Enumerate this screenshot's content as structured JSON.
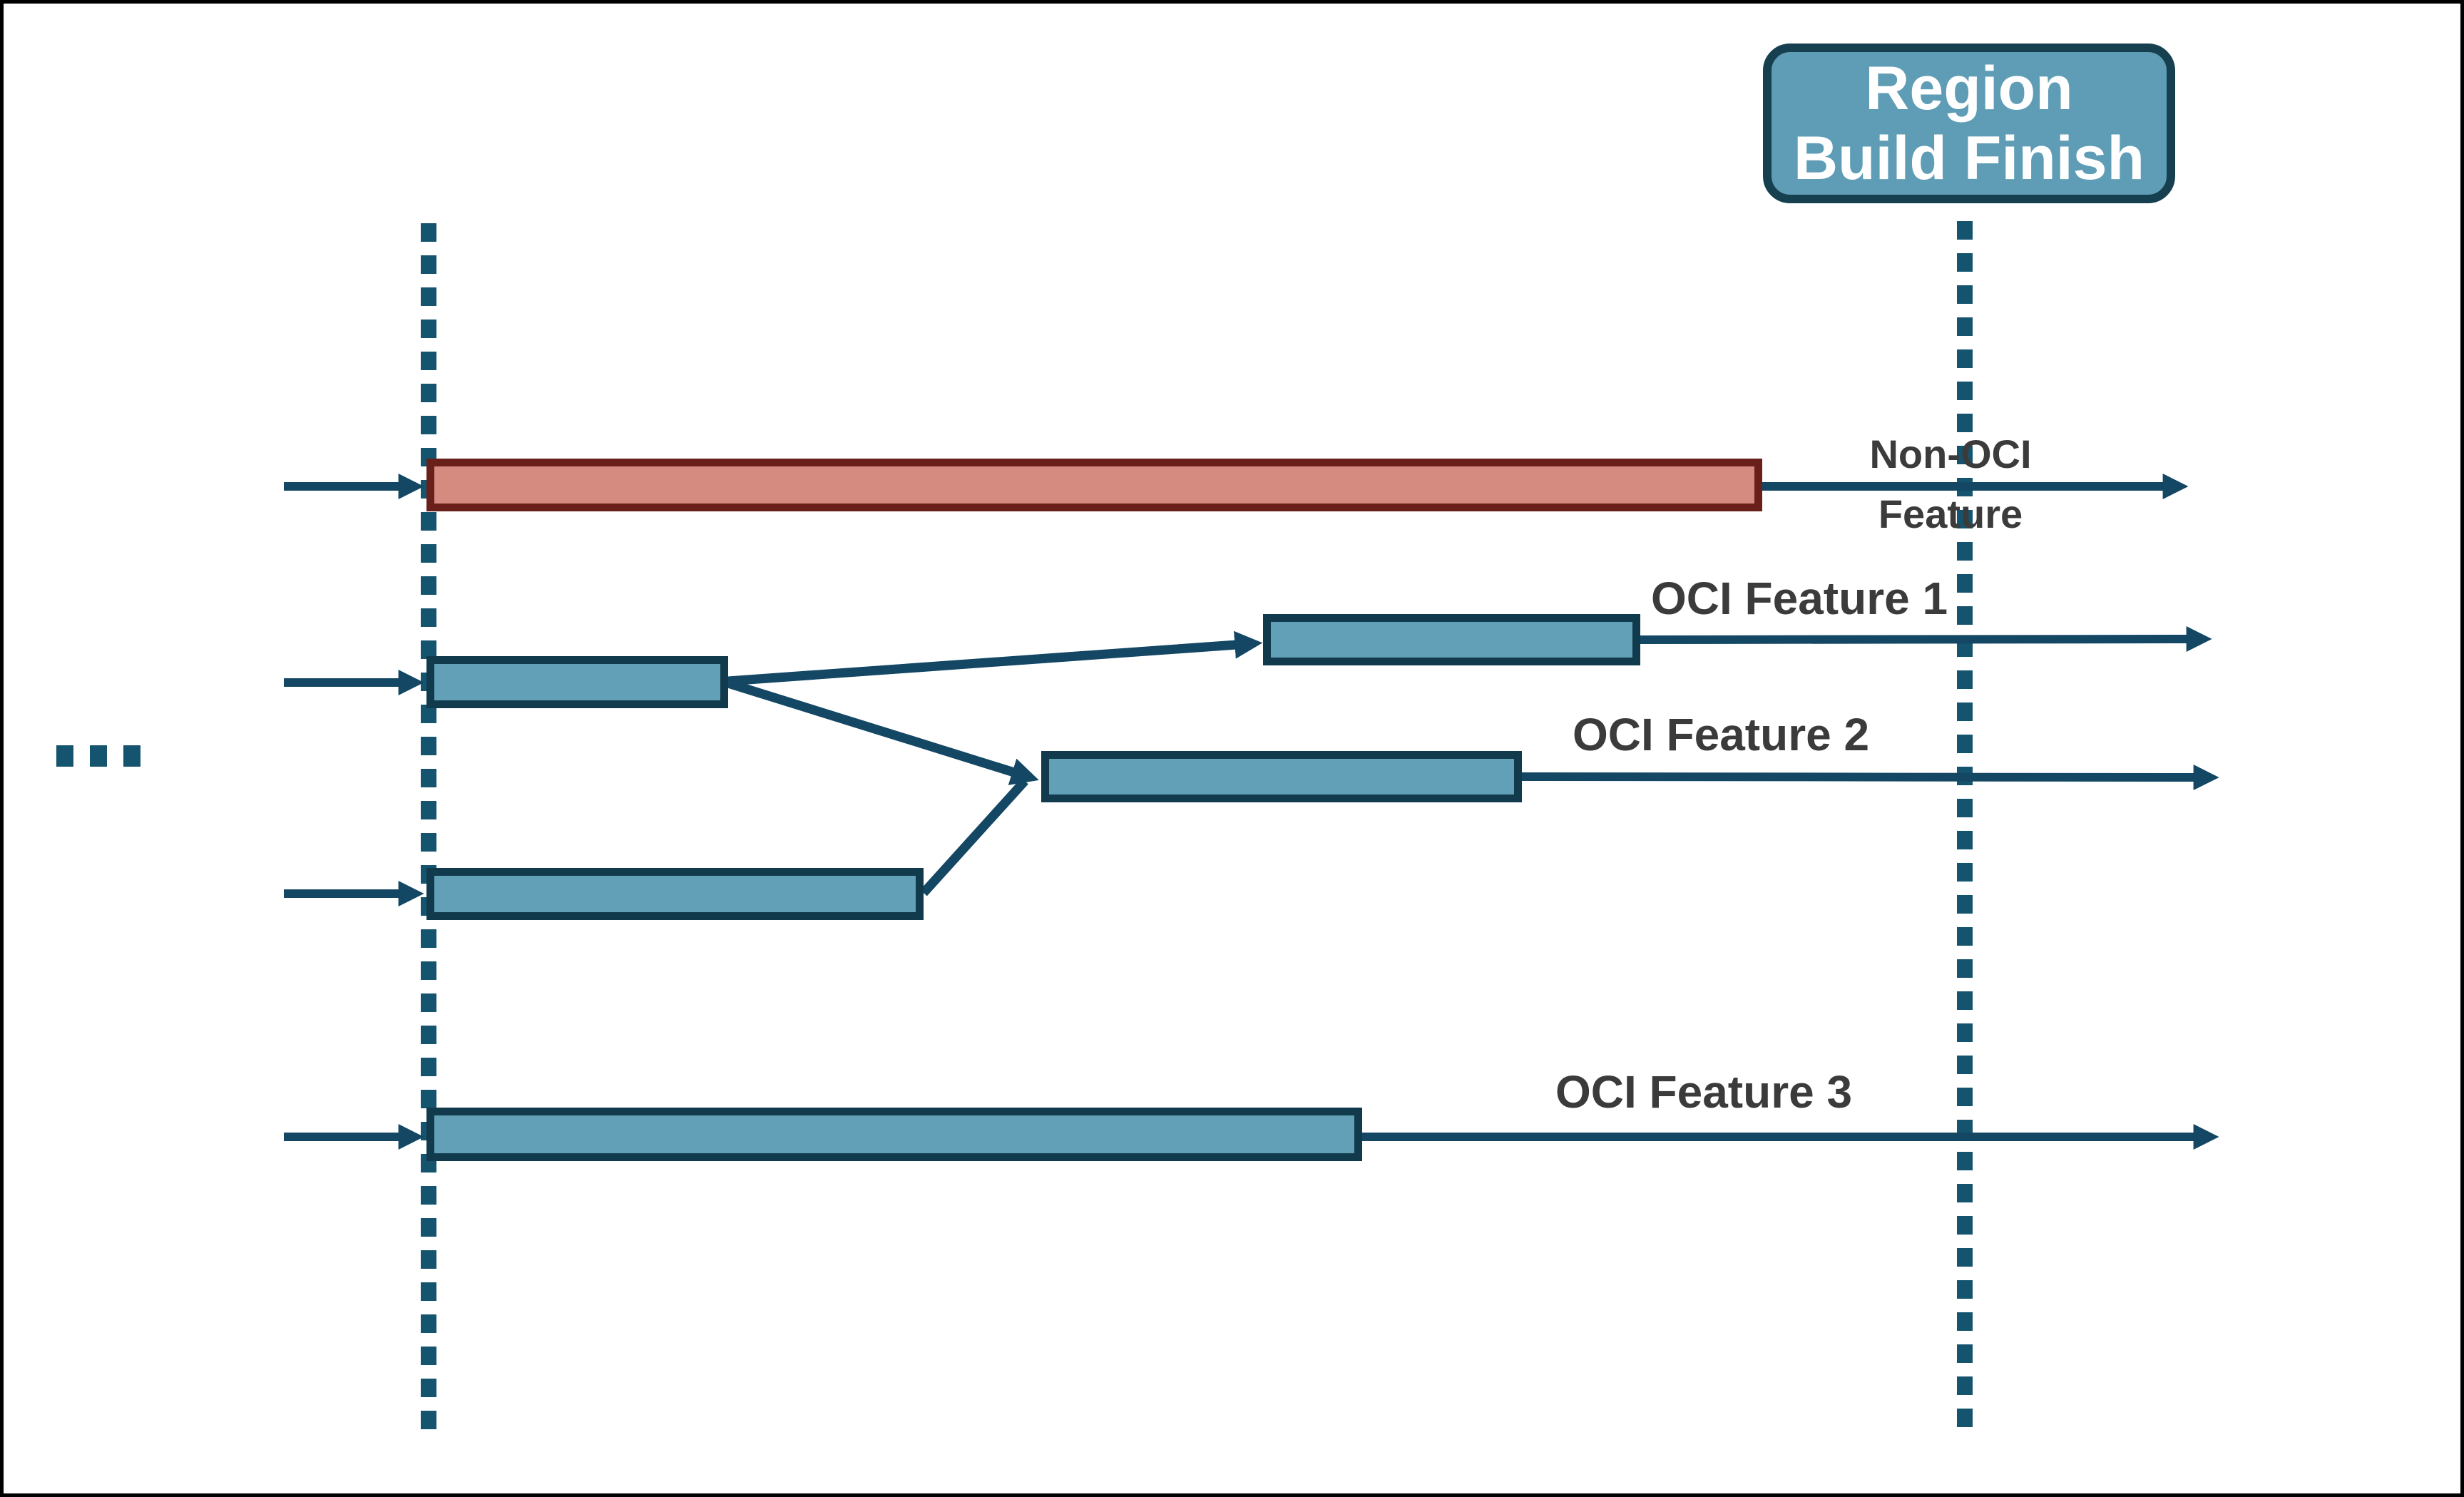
{
  "figure": {
    "milestone_label": {
      "line1": "Region",
      "line2": "Build Finish"
    },
    "feature_labels": {
      "non_oci": {
        "line1": "Non-OCI",
        "line2": "Feature"
      },
      "oci_1": "OCI Feature 1",
      "oci_2": "OCI Feature 2",
      "oci_3": "OCI Feature 3"
    },
    "lanes": [
      {
        "label": "Non-OCI Feature",
        "bar_color": "salmon-red"
      },
      {
        "label": "OCI Feature 1",
        "bar_color": "steel-blue"
      },
      {
        "label": "OCI Feature 2",
        "bar_color": "steel-blue"
      },
      {
        "label": "OCI Feature 3",
        "bar_color": "steel-blue"
      }
    ],
    "colors": {
      "line": "#134763",
      "dash": "#15546E",
      "bar_fill": "#61A0B6",
      "bar_border": "#113A4C",
      "non_oci_fill": "#D68B80",
      "non_oci_border": "#69201B",
      "milestone_fill": "#5E9DB5",
      "milestone_border": "#16404F",
      "label_text": "#3B3B3B",
      "frame": "#000000"
    }
  }
}
